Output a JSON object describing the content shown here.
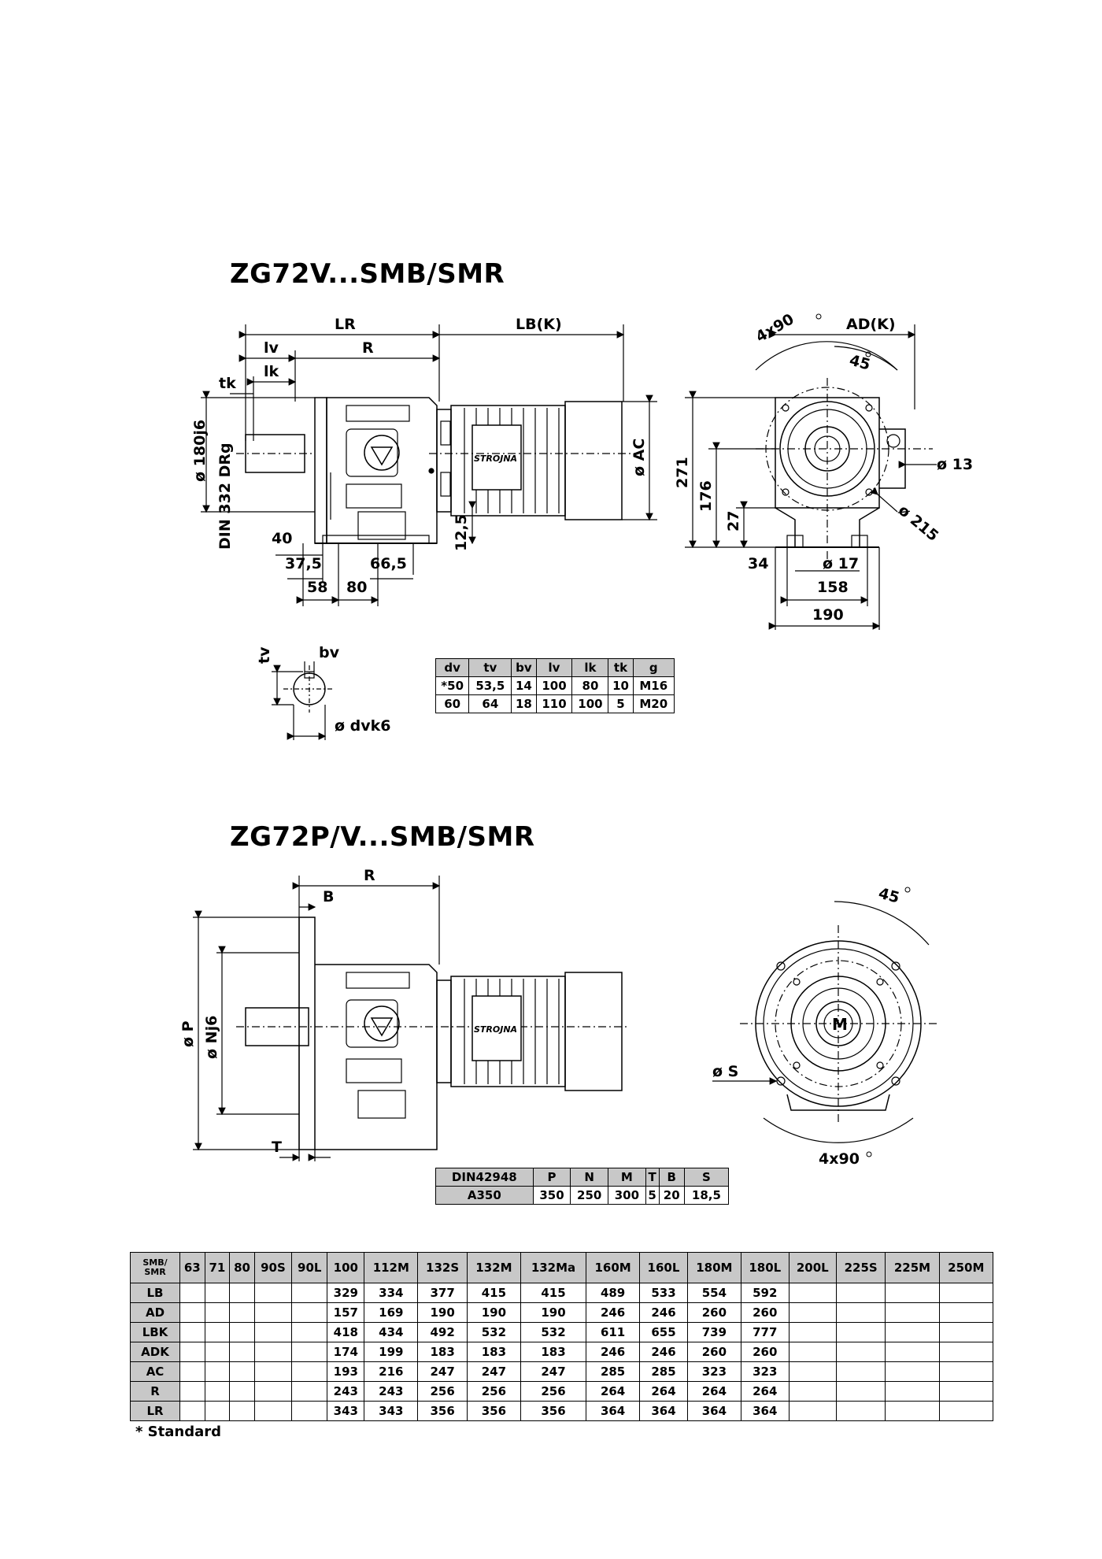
{
  "section1": {
    "title": "ZG72V...SMB/SMR",
    "dims": {
      "LR": "LR",
      "LBK": "LB(K)",
      "lv": "lv",
      "R": "R",
      "lk": "lk",
      "tk": "tk",
      "shaft": "ø 180j6",
      "din": "DIN 332 DRg",
      "AC": "ø AC",
      "d40": "40",
      "d12_5": "12,5",
      "d37_5": "37,5",
      "d66_5": "66,5",
      "d58": "58",
      "d80": "80",
      "ADK": "AD(K)",
      "d4x90": "4x90",
      "d45": "45",
      "d271": "271",
      "d176": "176",
      "d27": "27",
      "d13": "ø 13",
      "d215": "ø 215",
      "d34": "34",
      "d17": "ø 17",
      "d158": "158",
      "d190": "190"
    },
    "shaft_detail": {
      "tv": "tv",
      "bv": "bv",
      "dvk6": "ø dvk6"
    },
    "shaft_table": {
      "headers": [
        "dv",
        "tv",
        "bv",
        "lv",
        "lk",
        "tk",
        "g"
      ],
      "rows": [
        [
          "*50",
          "53,5",
          "14",
          "100",
          "80",
          "10",
          "M16"
        ],
        [
          "60",
          "64",
          "18",
          "110",
          "100",
          "5",
          "M20"
        ]
      ]
    }
  },
  "section2": {
    "title": "ZG72P/V...SMB/SMR",
    "dims": {
      "R": "R",
      "B": "B",
      "P": "ø P",
      "N": "ø Nj6",
      "T": "T",
      "d45": "45",
      "S": "ø S",
      "d4x90": "4x90"
    },
    "flange_table": {
      "headers": [
        "DIN42948",
        "P",
        "N",
        "M",
        "T",
        "B",
        "S"
      ],
      "rows": [
        [
          "A350",
          "350",
          "250",
          "300",
          "5",
          "20",
          "18,5"
        ]
      ]
    }
  },
  "main_table": {
    "corner": [
      "SMB/",
      "SMR"
    ],
    "columns": [
      "63",
      "71",
      "80",
      "90S",
      "90L",
      "100",
      "112M",
      "132S",
      "132M",
      "132Ma",
      "160M",
      "160L",
      "180M",
      "180L",
      "200L",
      "225S",
      "225M",
      "250M"
    ],
    "rows": [
      {
        "label": "LB",
        "values": [
          "",
          "",
          "",
          "",
          "",
          "329",
          "334",
          "377",
          "415",
          "415",
          "489",
          "533",
          "554",
          "592",
          "",
          "",
          "",
          ""
        ]
      },
      {
        "label": "AD",
        "values": [
          "",
          "",
          "",
          "",
          "",
          "157",
          "169",
          "190",
          "190",
          "190",
          "246",
          "246",
          "260",
          "260",
          "",
          "",
          "",
          ""
        ]
      },
      {
        "label": "LBK",
        "values": [
          "",
          "",
          "",
          "",
          "",
          "418",
          "434",
          "492",
          "532",
          "532",
          "611",
          "655",
          "739",
          "777",
          "",
          "",
          "",
          ""
        ]
      },
      {
        "label": "ADK",
        "values": [
          "",
          "",
          "",
          "",
          "",
          "174",
          "199",
          "183",
          "183",
          "183",
          "246",
          "246",
          "260",
          "260",
          "",
          "",
          "",
          ""
        ]
      },
      {
        "label": "AC",
        "values": [
          "",
          "",
          "",
          "",
          "",
          "193",
          "216",
          "247",
          "247",
          "247",
          "285",
          "285",
          "323",
          "323",
          "",
          "",
          "",
          ""
        ]
      },
      {
        "label": "R",
        "values": [
          "",
          "",
          "",
          "",
          "",
          "243",
          "243",
          "256",
          "256",
          "256",
          "264",
          "264",
          "264",
          "264",
          "",
          "",
          "",
          ""
        ]
      },
      {
        "label": "LR",
        "values": [
          "",
          "",
          "",
          "",
          "",
          "343",
          "343",
          "356",
          "356",
          "356",
          "364",
          "364",
          "364",
          "364",
          "",
          "",
          "",
          ""
        ]
      }
    ]
  },
  "footnote": "* Standard",
  "motor_brand": "STROJNA"
}
